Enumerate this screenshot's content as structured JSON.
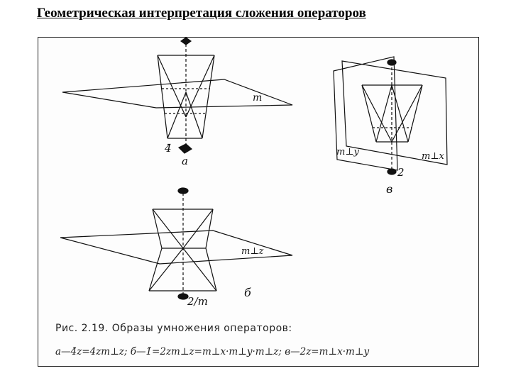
{
  "page": {
    "title": "Геометрическая интерпретация сложения операторов"
  },
  "figure": {
    "caption": "Рис. 2.19. Образы умножения операторов:",
    "formula": "a—4̄z=4zm⊥z;  б—1̄=2zm⊥z=m⊥x·m⊥y·m⊥z;  в—2z=m⊥x·m⊥y",
    "labels": {
      "a_plane": "m",
      "a_axis": "4̄",
      "a_letter": "a",
      "b_plane": "m⊥z",
      "b_axis": "2/m",
      "b_letter": "б",
      "c_plane_left": "m⊥y",
      "c_plane_right": "m⊥x",
      "c_axis": "2",
      "c_letter": "в"
    }
  }
}
